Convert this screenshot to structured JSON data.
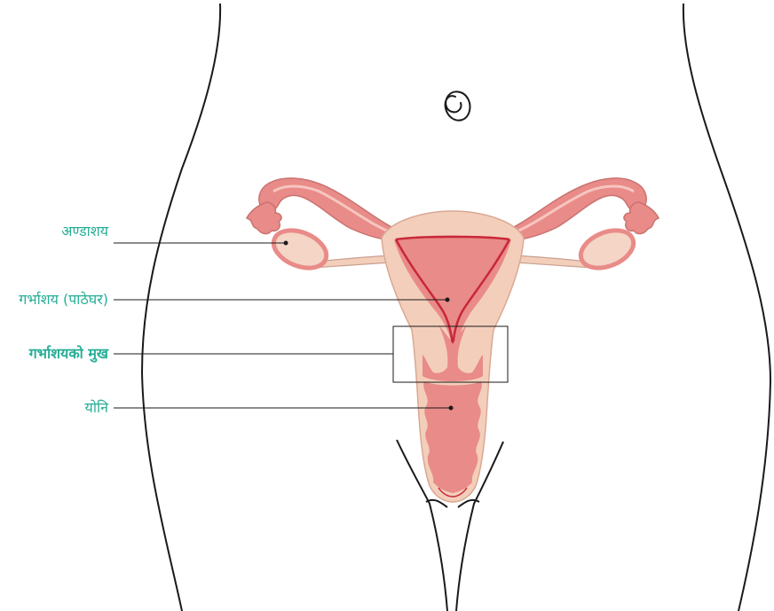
{
  "colors": {
    "label_text": "#26ae96",
    "outline": "#1a1a1a",
    "tissue_light": "#f3cfbb",
    "tissue_pink": "#e98b88",
    "tissue_inner": "#f2a3a0",
    "tissue_dark": "#c8283a",
    "ovary_fill": "#f4d5c6"
  },
  "labels": [
    {
      "id": "ovary",
      "text": "अण्डाशय",
      "bold": false
    },
    {
      "id": "uterus",
      "text": "गर्भाशय (पाठेघर)",
      "bold": false
    },
    {
      "id": "cervix",
      "text": "गर्भाशयको मुख",
      "bold": true
    },
    {
      "id": "vagina",
      "text": "योनि",
      "bold": false
    }
  ]
}
